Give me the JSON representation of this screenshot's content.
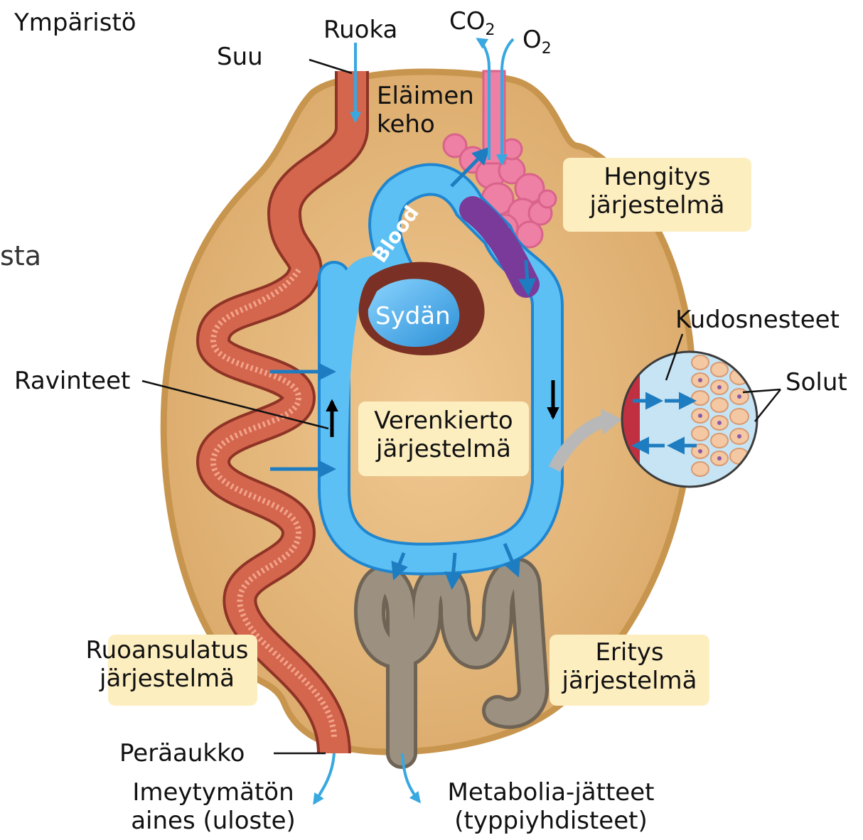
{
  "labels": {
    "environment": "Ympäristö",
    "food": "Ruoka",
    "mouth": "Suu",
    "co2": "CO",
    "co2_sub": "2",
    "o2": "O",
    "o2_sub": "2",
    "animal_body_line1": "Eläimen",
    "animal_body_line2": "keho",
    "blood": "Blood",
    "heart": "Sydän",
    "respiratory_line1": "Hengitys",
    "respiratory_line2": "järjestelmä",
    "tissue_fluid": "Kudosnesteet",
    "cells": "Solut",
    "nutrients": "Ravinteet",
    "circulatory_line1": "Verenkierto",
    "circulatory_line2": "järjestelmä",
    "cropped_text": "sta",
    "digestive_line1": "Ruoansulatus",
    "digestive_line2": "järjestelmä",
    "excretory_line1": "Eritys",
    "excretory_line2": "järjestelmä",
    "anus": "Peräaukko",
    "undigested_line1": "Imeytymätön",
    "undigested_line2": "aines (uloste)",
    "metabolic_line1": "Metabolia-jätteet",
    "metabolic_line2": "(typpiyhdisteet)"
  },
  "colors": {
    "body_fill": "#e4b77c",
    "body_outline": "#c8954e",
    "gut": "#d4664e",
    "blood_blue": "#3fa7e8",
    "blood_red": "#d8303a",
    "blood_purple": "#7a3a9a",
    "lung": "#ee7fa5",
    "heart_dark": "#7a3024",
    "kidney": "#8c8071",
    "arrow_blue": "#1e7cc0",
    "label_box": "#fdeec0"
  }
}
